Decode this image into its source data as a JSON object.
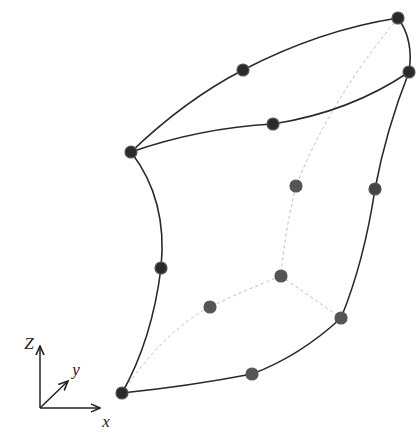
{
  "diagram": {
    "labels": [
      "Z",
      "y",
      "x"
    ]
  }
}
